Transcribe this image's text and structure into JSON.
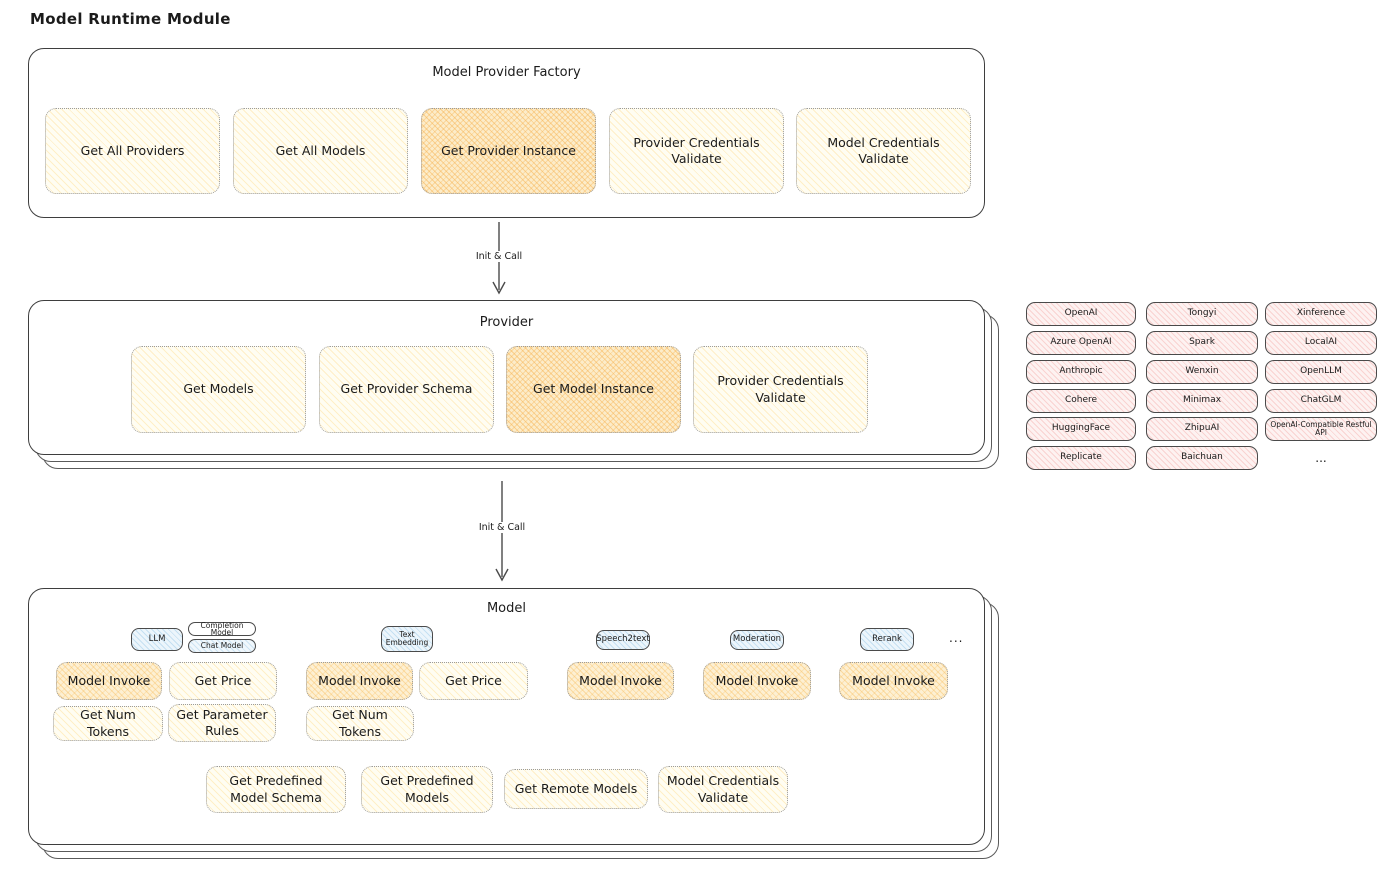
{
  "page": {
    "title": "Model Runtime Module"
  },
  "colors": {
    "button_yellow_hatch": "#ffd978",
    "button_orange_hatch": "#f6b250",
    "vendor_pink_hatch": "#f0827d",
    "chip_blue_hatch": "#7db9e1",
    "box_border": "#3e3e3e"
  },
  "factory": {
    "title": "Model Provider Factory",
    "buttons": [
      {
        "label": "Get All Providers"
      },
      {
        "label": "Get All Models"
      },
      {
        "label": "Get Provider Instance"
      },
      {
        "label": "Provider Credentials Validate"
      },
      {
        "label": "Model Credentials Validate"
      }
    ]
  },
  "arrows": {
    "first": "Init & Call",
    "second": "Init & Call"
  },
  "provider": {
    "title": "Provider",
    "buttons": [
      {
        "label": "Get Models"
      },
      {
        "label": "Get Provider Schema"
      },
      {
        "label": "Get Model Instance"
      },
      {
        "label": "Provider Credentials Validate"
      }
    ]
  },
  "vendors": {
    "items": [
      "OpenAI",
      "Tongyi",
      "Xinference",
      "Azure OpenAI",
      "Spark",
      "LocalAI",
      "Anthropic",
      "Wenxin",
      "OpenLLM",
      "Cohere",
      "Minimax",
      "ChatGLM",
      "HuggingFace",
      "ZhipuAI",
      "OpenAI-Compatible Restful API",
      "Replicate",
      "Baichuan"
    ],
    "more": "..."
  },
  "model": {
    "title": "Model",
    "chips": {
      "llm": "LLM",
      "completion": "Completion Model",
      "chat": "Chat Model",
      "text_embedding": "Text Embedding",
      "speech2text": "Speech2text",
      "moderation": "Moderation",
      "rerank": "Rerank",
      "more": "..."
    },
    "buttons": {
      "llm_invoke": "Model Invoke",
      "llm_price": "Get Price",
      "llm_tokens": "Get Num Tokens",
      "llm_param_rules": "Get Parameter Rules",
      "te_invoke": "Model Invoke",
      "te_price": "Get Price",
      "te_tokens": "Get Num Tokens",
      "s2t_invoke": "Model Invoke",
      "mod_invoke": "Model Invoke",
      "rerank_invoke": "Model Invoke",
      "predefined_schema": "Get Predefined Model Schema",
      "predefined_models": "Get Predefined Models",
      "remote_models": "Get Remote Models",
      "credentials_validate": "Model Credentials Validate"
    }
  }
}
